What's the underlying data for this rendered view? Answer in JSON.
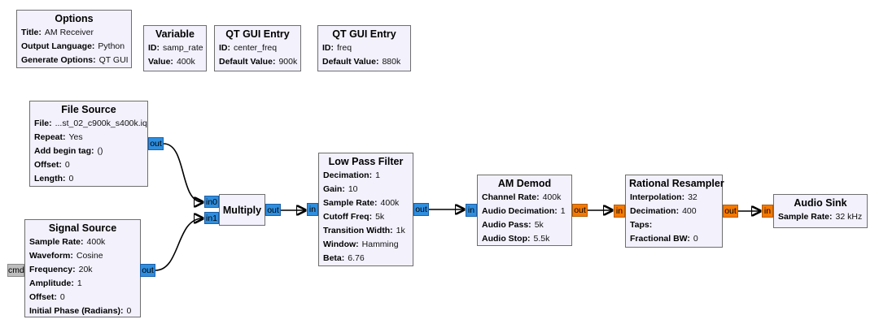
{
  "app": {
    "name": "GNU Radio Companion flowgraph canvas"
  },
  "colors": {
    "canvas_bg": "#ffffff",
    "block_fill": "#f3f1fc",
    "block_border": "#6e6e6e",
    "port_complex_blue": "#2f8ede",
    "port_float_orange": "#f57900",
    "port_message_gray": "#bdbdbd",
    "wire": "#000000"
  },
  "blocks": {
    "options": {
      "title": "Options",
      "params": [
        {
          "label": "Title:",
          "value": "AM Receiver"
        },
        {
          "label": "Output Language:",
          "value": "Python"
        },
        {
          "label": "Generate Options:",
          "value": "QT GUI"
        }
      ]
    },
    "variable": {
      "title": "Variable",
      "params": [
        {
          "label": "ID:",
          "value": "samp_rate"
        },
        {
          "label": "Value:",
          "value": "400k"
        }
      ]
    },
    "qt_gui_entry_center_freq": {
      "title": "QT GUI Entry",
      "params": [
        {
          "label": "ID:",
          "value": "center_freq"
        },
        {
          "label": "Default Value:",
          "value": "900k"
        }
      ]
    },
    "qt_gui_entry_freq": {
      "title": "QT GUI Entry",
      "params": [
        {
          "label": "ID:",
          "value": "freq"
        },
        {
          "label": "Default Value:",
          "value": "880k"
        }
      ]
    },
    "file_source": {
      "title": "File Source",
      "params": [
        {
          "label": "File:",
          "value": "...st_02_c900k_s400k.iq"
        },
        {
          "label": "Repeat:",
          "value": "Yes"
        },
        {
          "label": "Add begin tag:",
          "value": "()"
        },
        {
          "label": "Offset:",
          "value": "0"
        },
        {
          "label": "Length:",
          "value": "0"
        }
      ],
      "ports": {
        "out": "out"
      }
    },
    "signal_source": {
      "title": "Signal Source",
      "params": [
        {
          "label": "Sample Rate:",
          "value": "400k"
        },
        {
          "label": "Waveform:",
          "value": "Cosine"
        },
        {
          "label": "Frequency:",
          "value": "20k"
        },
        {
          "label": "Amplitude:",
          "value": "1"
        },
        {
          "label": "Offset:",
          "value": "0"
        },
        {
          "label": "Initial Phase (Radians):",
          "value": "0"
        }
      ],
      "ports": {
        "cmd": "cmd",
        "out": "out"
      }
    },
    "multiply": {
      "title": "Multiply",
      "ports": {
        "in0": "in0",
        "in1": "in1",
        "out": "out"
      }
    },
    "low_pass_filter": {
      "title": "Low Pass Filter",
      "params": [
        {
          "label": "Decimation:",
          "value": "1"
        },
        {
          "label": "Gain:",
          "value": "10"
        },
        {
          "label": "Sample Rate:",
          "value": "400k"
        },
        {
          "label": "Cutoff Freq:",
          "value": "5k"
        },
        {
          "label": "Transition Width:",
          "value": "1k"
        },
        {
          "label": "Window:",
          "value": "Hamming"
        },
        {
          "label": "Beta:",
          "value": "6.76"
        }
      ],
      "ports": {
        "in": "in",
        "out": "out"
      }
    },
    "am_demod": {
      "title": "AM Demod",
      "params": [
        {
          "label": "Channel Rate:",
          "value": "400k"
        },
        {
          "label": "Audio Decimation:",
          "value": "1"
        },
        {
          "label": "Audio Pass:",
          "value": "5k"
        },
        {
          "label": "Audio Stop:",
          "value": "5.5k"
        }
      ],
      "ports": {
        "in": "in",
        "out": "out"
      }
    },
    "rational_resampler": {
      "title": "Rational Resampler",
      "params": [
        {
          "label": "Interpolation:",
          "value": "32"
        },
        {
          "label": "Decimation:",
          "value": "400"
        },
        {
          "label": "Taps:",
          "value": ""
        },
        {
          "label": "Fractional BW:",
          "value": "0"
        }
      ],
      "ports": {
        "in": "in",
        "out": "out"
      }
    },
    "audio_sink": {
      "title": "Audio Sink",
      "params": [
        {
          "label": "Sample Rate:",
          "value": "32 kHz"
        }
      ],
      "ports": {
        "in": "in"
      }
    }
  },
  "connections": [
    {
      "from": "file_source.out",
      "to": "multiply.in0"
    },
    {
      "from": "signal_source.out",
      "to": "multiply.in1"
    },
    {
      "from": "multiply.out",
      "to": "low_pass_filter.in"
    },
    {
      "from": "low_pass_filter.out",
      "to": "am_demod.in"
    },
    {
      "from": "am_demod.out",
      "to": "rational_resampler.in"
    },
    {
      "from": "rational_resampler.out",
      "to": "audio_sink.in"
    }
  ]
}
